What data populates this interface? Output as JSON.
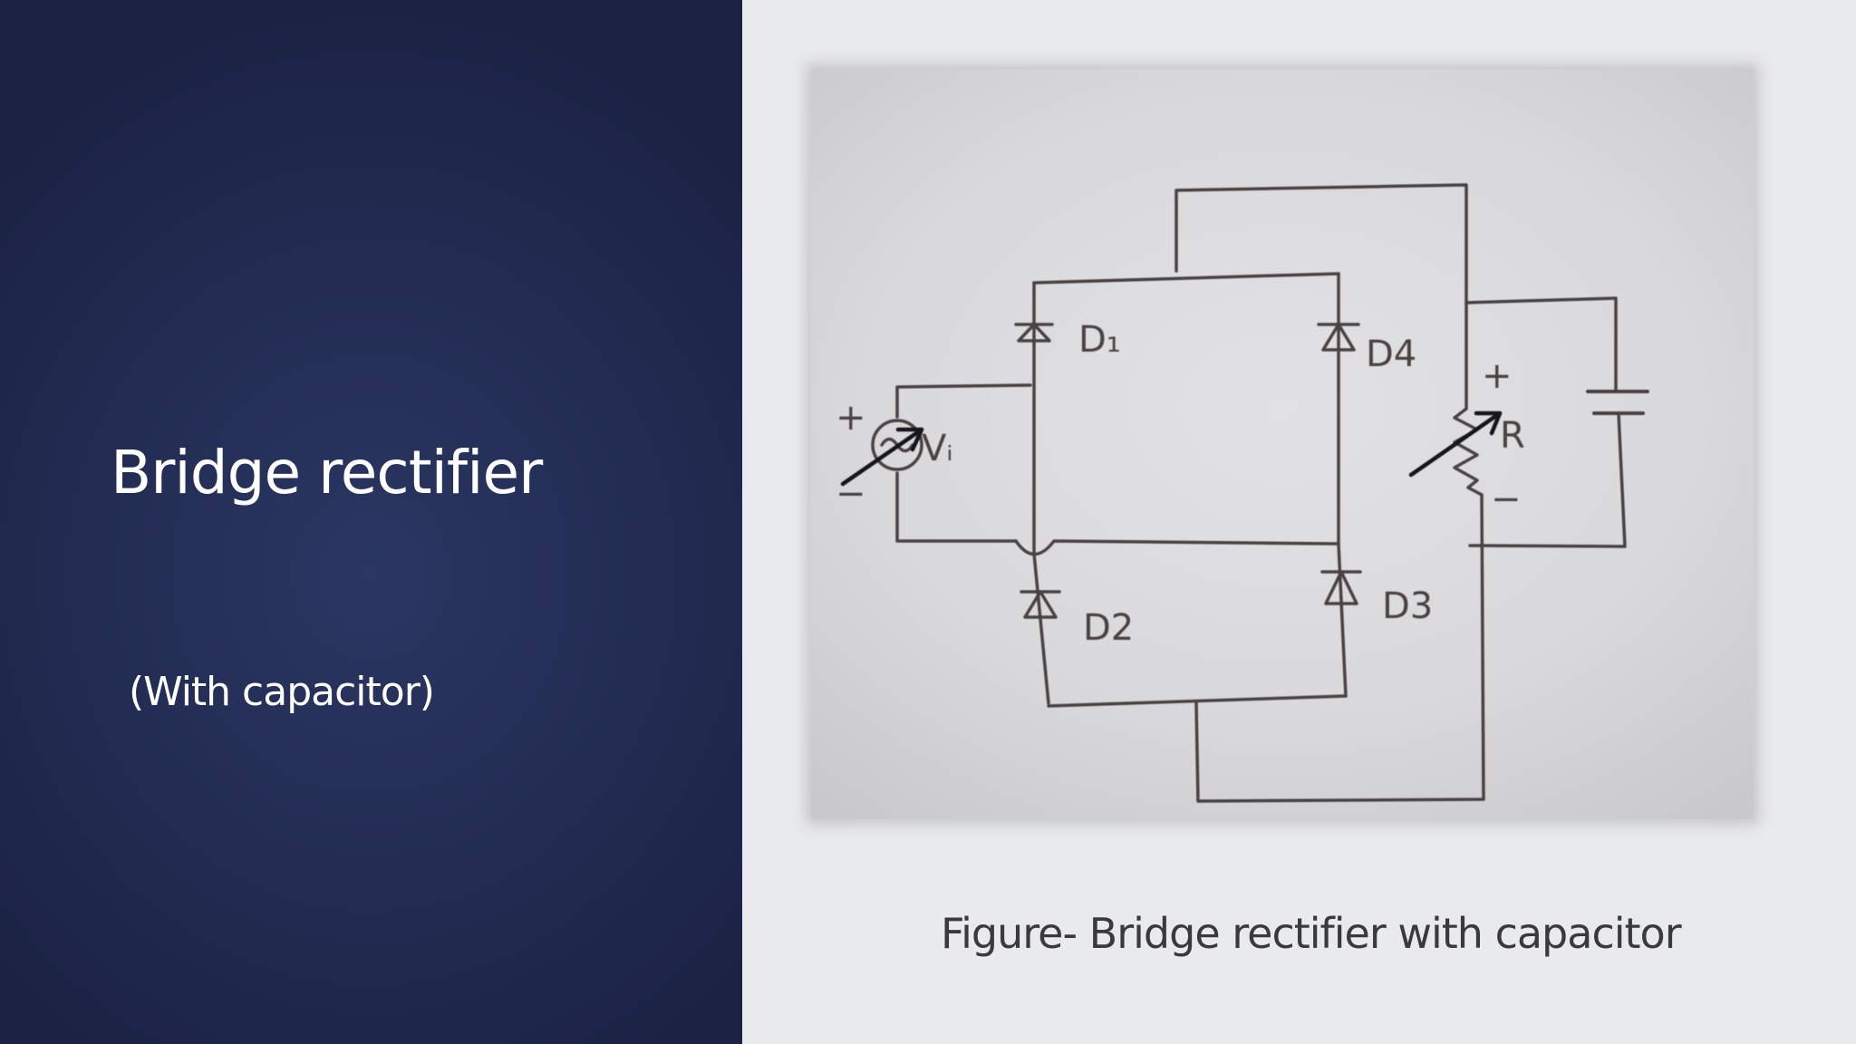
{
  "slide": {
    "title": "Bridge rectifier",
    "subtitle": "(With capacitor)"
  },
  "figure": {
    "caption": "Figure- Bridge rectifier with capacitor",
    "labels": {
      "d1": "D₁",
      "d2": "D2",
      "d3": "D3",
      "d4": "D4",
      "source": "Vᵢ",
      "resistor": "R",
      "plus": "+",
      "minus": "−"
    }
  },
  "colors": {
    "left_panel": "#222c52",
    "right_panel": "#e9eaed",
    "ink": "#4a4242",
    "arrow": "#15151c"
  }
}
